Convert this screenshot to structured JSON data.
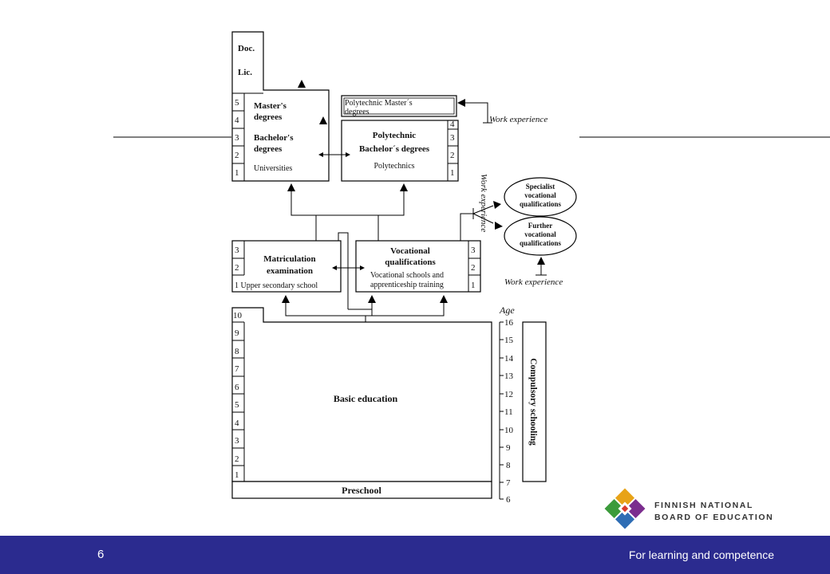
{
  "diagram": {
    "doc": "Doc.",
    "lic": "Lic.",
    "masters_1": "Master's",
    "masters_2": "degrees",
    "bachelors_1": "Bachelor's",
    "bachelors_2": "degrees",
    "universities": "Universities",
    "poly_master_1": "Polytechnic Master´s",
    "poly_master_2": "degrees",
    "poly_bach_1": "Polytechnic",
    "poly_bach_2": "Bachelor´s degrees",
    "polytechnics": "Polytechnics",
    "work_exp_1": "Work experience",
    "work_exp_2": "Work experience",
    "work_exp_3": "Work experience",
    "specialist_1": "Specialist",
    "specialist_2": "vocational",
    "specialist_3": "qualifications",
    "further_1": "Further",
    "further_2": "vocational",
    "further_3": "qualifications",
    "matric_1": "Matriculation",
    "matric_2": "examination",
    "upper_sec": "1 Upper secondary school",
    "voc_1": "Vocational",
    "voc_2": "qualifications",
    "voc_3": "Vocational schools and",
    "voc_4": "apprenticeship training",
    "age_label": "Age",
    "basic_edu": "Basic education",
    "preschool": "Preschool",
    "compulsory": "Compulsory schooling",
    "uni_years": [
      "5",
      "4",
      "3",
      "2",
      "1"
    ],
    "poly_years": [
      "4",
      "3",
      "2",
      "1"
    ],
    "upper_years": [
      "3",
      "2"
    ],
    "voc_years": [
      "3",
      "2",
      "1"
    ],
    "grades": [
      "10",
      "9",
      "8",
      "7",
      "6",
      "5",
      "4",
      "3",
      "2",
      "1"
    ],
    "ages": [
      "16",
      "15",
      "14",
      "13",
      "12",
      "11",
      "10",
      "9",
      "8",
      "7",
      "6"
    ]
  },
  "footer": {
    "page_number": "6",
    "tagline": "For learning and competence"
  },
  "logo": {
    "line1": "FINNISH NATIONAL",
    "line2": "BOARD OF EDUCATION",
    "colors": [
      "#e8a317",
      "#7b2d8e",
      "#d93a2b",
      "#3b9b3b",
      "#2e6db4"
    ]
  }
}
